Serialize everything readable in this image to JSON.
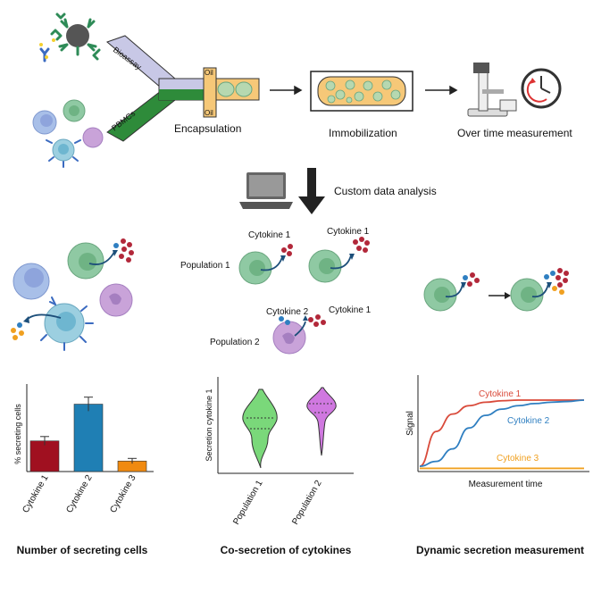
{
  "workflow": {
    "channel_labels": {
      "bioassay": "Bioassay",
      "pbmcs": "PBMCs",
      "oil_top": "Oil",
      "oil_bottom": "Oil"
    },
    "steps": {
      "encapsulation": "Encapsulation",
      "immobilization": "Immobilization",
      "over_time": "Over time measurement"
    },
    "analysis_label": "Custom data analysis"
  },
  "middle": {
    "population_1": "Population 1",
    "population_2": "Population 2",
    "cytokine_1": "Cytokine 1",
    "cytokine_2": "Cytokine 2"
  },
  "colors": {
    "green_cell": "#8fc9a3",
    "purple_cell": "#c9a3d9",
    "blue_cell": "#a8bfe8",
    "red_dots": "#b2283a",
    "blue_dots": "#2f7fc1",
    "orange_dots": "#f0a020",
    "channel_green": "#2e8b3a",
    "channel_lavender": "#c8c8e6",
    "oil_yellow": "#f6c878"
  },
  "chart_data": [
    {
      "type": "bar",
      "title": "Number of secreting cells",
      "ylabel": "% secreting cells",
      "xlabel": "",
      "categories": [
        "Cytokine 1",
        "Cytokine 2",
        "Cytokine 3"
      ],
      "values": [
        35,
        77,
        12
      ],
      "errors": [
        5,
        8,
        3
      ],
      "colors": [
        "#a01020",
        "#1f7fb4",
        "#f08a10"
      ],
      "ylim": [
        0,
        100
      ]
    },
    {
      "type": "violin",
      "title": "Co-secretion of cytokines",
      "ylabel": "Secretion cytokine 1",
      "xlabel": "",
      "categories": [
        "Population 1",
        "Population 2"
      ],
      "colors": [
        "#7ad87a",
        "#d078e0"
      ]
    },
    {
      "type": "line",
      "title": "Dynamic secretion measurement",
      "ylabel": "Signal",
      "xlabel": "Measurement time",
      "series": [
        {
          "name": "Cytokine 1",
          "color": "#d94a3a",
          "x": [
            0,
            1,
            2,
            3,
            4,
            5,
            6,
            7,
            8,
            9,
            10
          ],
          "y": [
            0.05,
            0.55,
            0.8,
            0.92,
            0.97,
            0.99,
            1.0,
            1.0,
            1.0,
            1.0,
            1.0
          ]
        },
        {
          "name": "Cytokine 2",
          "color": "#2f7fc1",
          "x": [
            0,
            1,
            2,
            3,
            4,
            5,
            6,
            7,
            8,
            9,
            10
          ],
          "y": [
            0.05,
            0.12,
            0.3,
            0.6,
            0.78,
            0.87,
            0.92,
            0.95,
            0.97,
            0.98,
            1.0
          ]
        },
        {
          "name": "Cytokine 3",
          "color": "#f0a020",
          "x": [
            0,
            10
          ],
          "y": [
            0.02,
            0.02
          ]
        }
      ]
    }
  ]
}
